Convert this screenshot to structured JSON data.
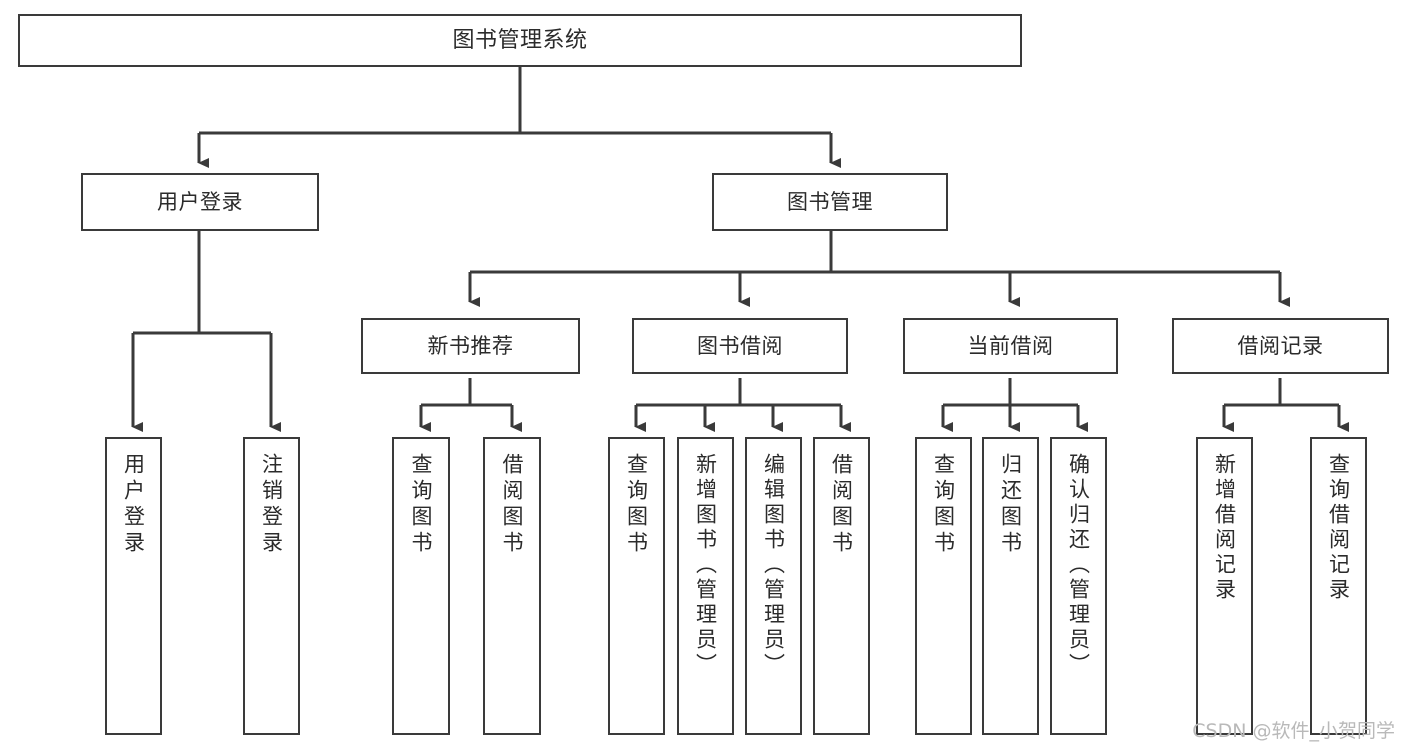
{
  "diagram": {
    "title": "图书管理系统",
    "type": "tree",
    "root": {
      "label": "图书管理系统"
    },
    "level2": [
      {
        "label": "用户登录"
      },
      {
        "label": "图书管理"
      }
    ],
    "level3": [
      {
        "label": "新书推荐"
      },
      {
        "label": "图书借阅"
      },
      {
        "label": "当前借阅"
      },
      {
        "label": "借阅记录"
      }
    ],
    "leaves": {
      "user_login": [
        {
          "label": "用户登录"
        },
        {
          "label": "注销登录"
        }
      ],
      "new_book_recommend": [
        {
          "label": "查询图书"
        },
        {
          "label": "借阅图书"
        }
      ],
      "book_borrow": [
        {
          "label": "查询图书"
        },
        {
          "label": "新增图书（管理员）"
        },
        {
          "label": "编辑图书（管理员）"
        },
        {
          "label": "借阅图书"
        }
      ],
      "current_borrow": [
        {
          "label": "查询图书"
        },
        {
          "label": "归还图书"
        },
        {
          "label": "确认归还（管理员）"
        }
      ],
      "borrow_record": [
        {
          "label": "新增借阅记录"
        },
        {
          "label": "查询借阅记录"
        }
      ]
    }
  },
  "watermark": {
    "text": "CSDN @软件_小贺同学"
  },
  "colors": {
    "box_border": "#3a3a3a",
    "box_fill": "#ffffff",
    "text": "#2b2b2b",
    "edge": "#3a3a3a",
    "watermark": "#b9b9b9",
    "background": "#ffffff"
  }
}
